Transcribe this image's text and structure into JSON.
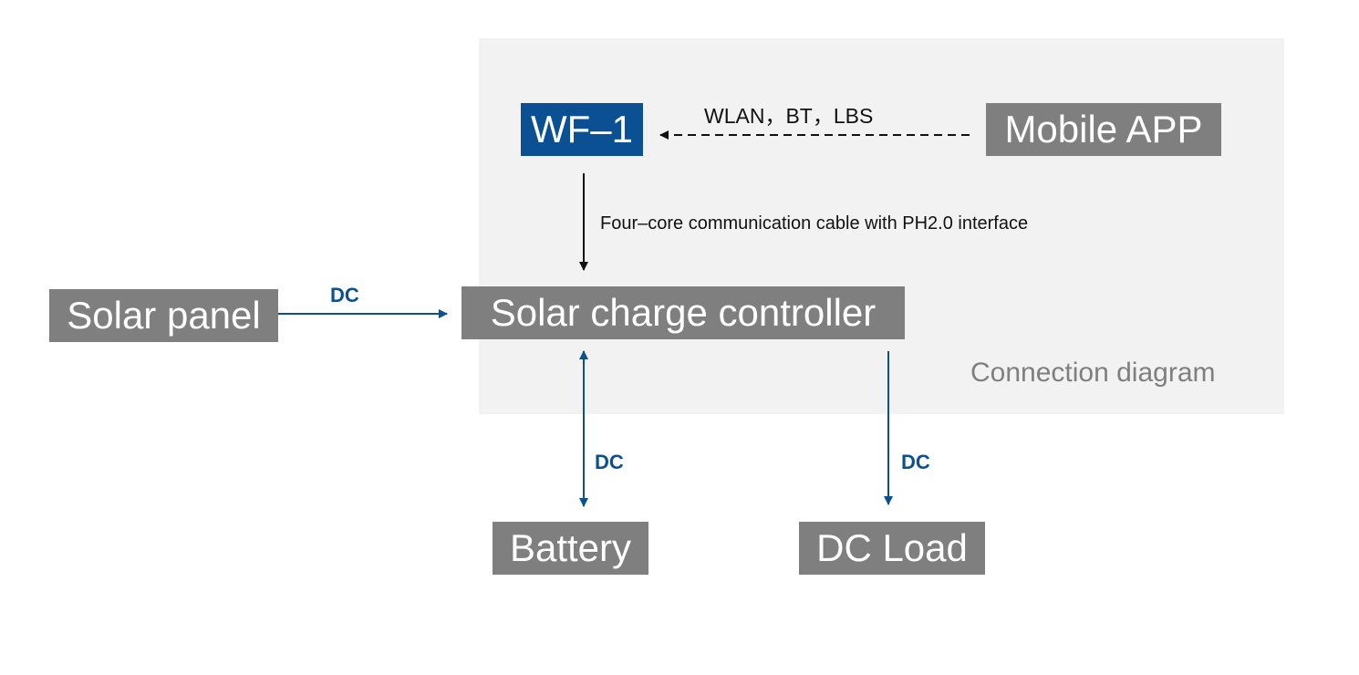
{
  "caption": "Connection diagram",
  "nodes": {
    "wf1": "WF–1",
    "mobile_app": "Mobile APP",
    "solar_panel": "Solar panel",
    "controller": "Solar charge controller",
    "battery": "Battery",
    "dc_load": "DC Load"
  },
  "edges": {
    "app_to_wf1": "WLAN，BT，LBS",
    "wf1_to_controller": "Four–core communication cable with PH2.0 interface",
    "panel_to_controller": "DC",
    "controller_battery": "DC",
    "controller_load": "DC"
  },
  "colors": {
    "box_grey": "#7f7f7f",
    "box_blue": "#0a5092",
    "panel_bg": "#f2f2f2",
    "dc_arrow": "#0a5092",
    "comm_arrow": "#111111"
  }
}
